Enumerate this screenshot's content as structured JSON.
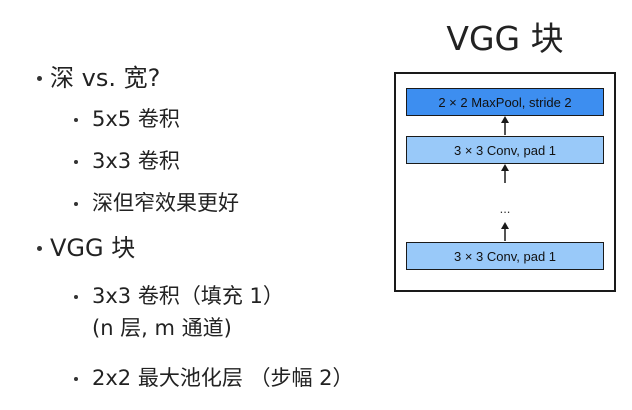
{
  "bullets": [
    {
      "text": "深 vs. 宽?"
    },
    {
      "text": "5x5 卷积"
    },
    {
      "text": "3x3 卷积"
    },
    {
      "text": "深但窄效果更好"
    },
    {
      "text": "VGG 块"
    },
    {
      "text": "3x3 卷积（填充 1）",
      "continuation": "(n 层, m 通道)"
    },
    {
      "text": "2x2 最大池化层 （步幅 2）"
    }
  ],
  "diagram": {
    "title": "VGG 块",
    "blocks": [
      {
        "label": "2 × 2 MaxPool, stride 2",
        "color": "#3d8ef0"
      },
      {
        "label": "3 × 3 Conv, pad 1",
        "color": "#99c9f9"
      },
      {
        "label": "3 × 3 Conv, pad 1",
        "color": "#99c9f9"
      }
    ],
    "ellipsis": "...",
    "colors": {
      "border": "#1a1a1a",
      "arrow": "#1a1a1a"
    }
  }
}
